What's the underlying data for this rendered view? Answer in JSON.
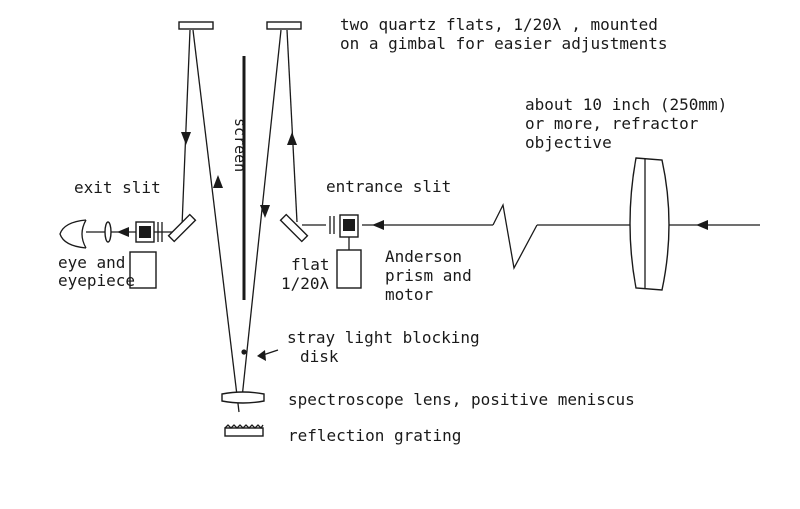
{
  "labels": {
    "flats_line1": "two quartz flats, 1/20λ , mounted",
    "flats_line2": "on a gimbal for easier adjustments",
    "objective_line1": "about 10 inch (250mm)",
    "objective_line2": "or more, refractor",
    "objective_line3": "objective",
    "exit_slit": "exit slit",
    "entrance_slit": "entrance slit",
    "screen": "screen",
    "eye_line1": "eye and",
    "eye_line2": "eyepiece",
    "flat_line1": "flat",
    "flat_line2": "1/20λ",
    "anderson_line1": "Anderson",
    "anderson_line2": "prism and",
    "anderson_line3": "motor",
    "stray_line1": "stray light blocking",
    "stray_line2": "disk",
    "lens": "spectroscope lens, positive meniscus",
    "grating": "reflection grating"
  },
  "colors": {
    "ink": "#1a1a1a",
    "paper": "#ffffff"
  }
}
